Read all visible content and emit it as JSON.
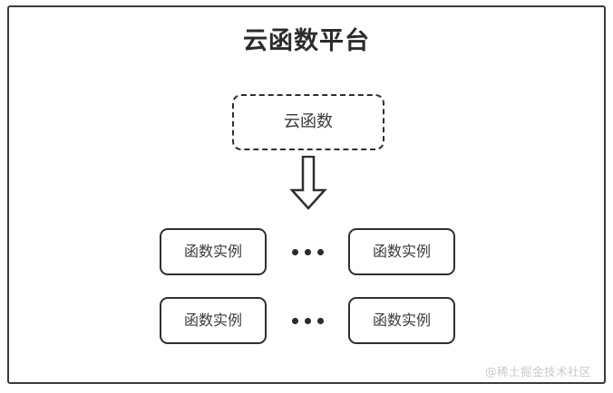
{
  "diagram": {
    "title": "云函数平台",
    "cloud_function": {
      "label": "云函数",
      "style": "dashed-rounded-box"
    },
    "arrow": {
      "icon": "down-block-arrow",
      "direction": "down"
    },
    "ellipsis_symbol": "•••",
    "instance_rows": [
      {
        "left": {
          "label": "函数实例"
        },
        "ellipsis": "•••",
        "right": {
          "label": "函数实例"
        }
      },
      {
        "left": {
          "label": "函数实例"
        },
        "ellipsis": "•••",
        "right": {
          "label": "函数实例"
        }
      }
    ],
    "watermark": "@稀土掘金技术社区",
    "colors": {
      "stroke": "#2f2f31",
      "frame": "#3a3a3c",
      "text": "#3a3a3c",
      "title": "#2b2b2d",
      "watermark": "#c9c9cb",
      "background": "#ffffff"
    }
  }
}
